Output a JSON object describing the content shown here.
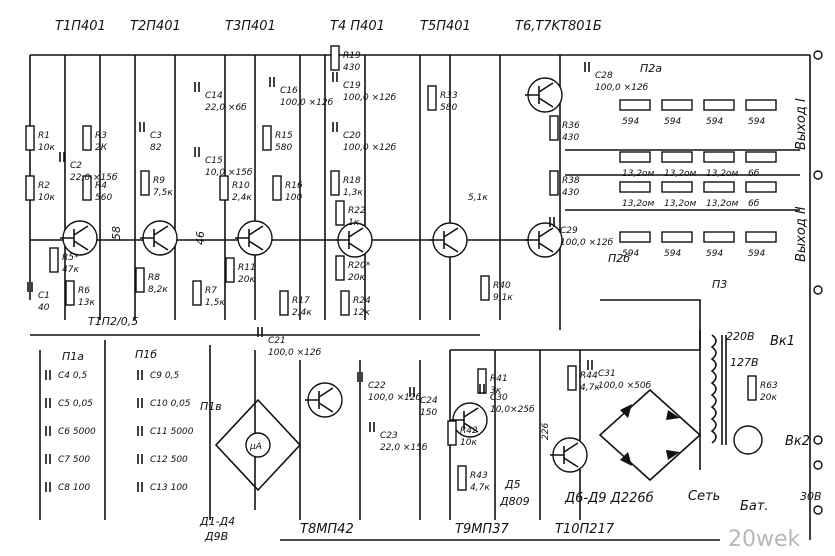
{
  "transistors_top": [
    {
      "name": "T1П401"
    },
    {
      "name": "T2П401"
    },
    {
      "name": "T3П401"
    },
    {
      "name": "T4 П401"
    },
    {
      "name": "T5П401"
    },
    {
      "name": "T6,T7KT801Б"
    }
  ],
  "transistors_bottom": [
    {
      "name": "T8МП42"
    },
    {
      "name": "T9МП37"
    },
    {
      "name": "T10П217"
    }
  ],
  "resistors": [
    {
      "ref": "R1",
      "val": "10к"
    },
    {
      "ref": "R2",
      "val": "10к"
    },
    {
      "ref": "R3",
      "val": "2К"
    },
    {
      "ref": "R4",
      "val": "560"
    },
    {
      "ref": "R5*",
      "val": "47к"
    },
    {
      "ref": "R6",
      "val": "13к"
    },
    {
      "ref": "R7",
      "val": "1,5к"
    },
    {
      "ref": "R8",
      "val": "8,2к"
    },
    {
      "ref": "R9",
      "val": "7,5к"
    },
    {
      "ref": "R10",
      "val": "2,4к"
    },
    {
      "ref": "R11",
      "val": "20к"
    },
    {
      "ref": "R15",
      "val": "580"
    },
    {
      "ref": "R16",
      "val": "100"
    },
    {
      "ref": "R17",
      "val": "2,4к"
    },
    {
      "ref": "R18",
      "val": "1,3к"
    },
    {
      "ref": "R19",
      "val": "430"
    },
    {
      "ref": "R20*",
      "val": "20к"
    },
    {
      "ref": "R22",
      "val": "1к"
    },
    {
      "ref": "R24",
      "val": "12к"
    },
    {
      "ref": "R33",
      "val": "580"
    },
    {
      "ref": "R36",
      "val": "430"
    },
    {
      "ref": "R38",
      "val": "430"
    },
    {
      "ref": "R40",
      "val": "9,1к"
    },
    {
      "ref": "R41",
      "val": "3к"
    },
    {
      "ref": "R42",
      "val": "10к"
    },
    {
      "ref": "R43",
      "val": "4,7к"
    },
    {
      "ref": "R44",
      "val": "4,7к"
    },
    {
      "ref": "R63",
      "val": "20к"
    }
  ],
  "capacitors": [
    {
      "ref": "C1",
      "val": "40"
    },
    {
      "ref": "C2",
      "val": "22,0 ×15б"
    },
    {
      "ref": "C3",
      "val": "82"
    },
    {
      "ref": "C14",
      "val": "22,0 ×6б"
    },
    {
      "ref": "C15",
      "val": "10,0 ×15б"
    },
    {
      "ref": "C16",
      "val": "100,0 ×12б"
    },
    {
      "ref": "C19",
      "val": "100,0 ×12б"
    },
    {
      "ref": "C20",
      "val": "100,0 ×12б"
    },
    {
      "ref": "C21",
      "val": "100,0 ×12б"
    },
    {
      "ref": "C22",
      "val": "100,0 ×12б"
    },
    {
      "ref": "C23",
      "val": "22,0 ×15б"
    },
    {
      "ref": "C24",
      "val": "150"
    },
    {
      "ref": "C28",
      "val": "100,0 ×12б"
    },
    {
      "ref": "C29",
      "val": "100,0 ×12б"
    },
    {
      "ref": "C30",
      "val": "10,0×25б"
    },
    {
      "ref": "C31",
      "val": "100,0 ×50б"
    }
  ],
  "tone_caps": [
    "C4 0,5",
    "C5 0,05",
    "C6 5000",
    "C7 500",
    "C8 100",
    "C9 0,5",
    "C10 0,05",
    "C11 5000",
    "C12 500",
    "C13 100"
  ],
  "output_resistors_top": [
    "594",
    "594",
    "594",
    "594"
  ],
  "output_resistors_mid": [
    "13,2ом",
    "13,2ом",
    "13,2ом",
    "6б"
  ],
  "output_resistors_low": [
    "13,2ом",
    "13,2ом",
    "13,2ом",
    "6б"
  ],
  "output_resistors_bot": [
    "594",
    "594",
    "594",
    "594"
  ],
  "labels": {
    "out1": "Выход I",
    "out2": "Выход II",
    "p2a": "П2а",
    "p2b": "П2б",
    "p3": "П3",
    "p1a": "П1а",
    "p1b": "П1б",
    "p1v": "П1в",
    "vk1": "Вк1",
    "vk2": "Вк2",
    "v220": "220В",
    "v127": "127В",
    "v30": "30В",
    "net": "Сеть",
    "bat": "Бат.",
    "diodes1": "Д1-Д4",
    "diodes1b": "Д9В",
    "diodes2": "Д6-Д9 Д226б",
    "d5": "Д5",
    "d5b": "Д809",
    "d226": "226",
    "ma": "μA",
    "v46": "46",
    "v58": "58",
    "t1p2": "T1П2/0,5",
    "r_bl": "5,1к",
    "watermark": "20wek"
  }
}
